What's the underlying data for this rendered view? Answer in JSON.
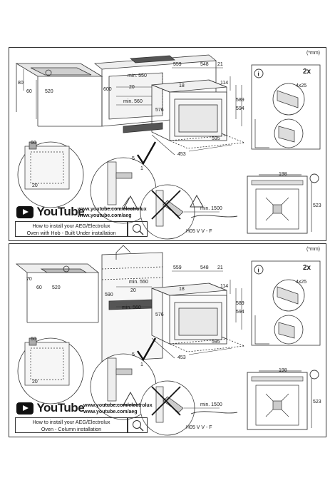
{
  "unit_note": "(*mm)",
  "sections": [
    {
      "youtube_word": "YouTube",
      "url_1": "www.youtube.com/electrolux",
      "url_2": "www.youtube.com/aeg",
      "howto_line1": "How to install your AEG/Electrolux",
      "howto_line2": "Oven with Hob - Built Under installation",
      "dims": {
        "a80": "80",
        "a520": "520",
        "a60": "60",
        "a60b": "60",
        "a20": "20",
        "min550": "min. 550",
        "d20": "20",
        "d600": "600",
        "min560": "min. 560",
        "d576": "576",
        "d559": "559",
        "d548": "548",
        "d21": "21",
        "d114": "114",
        "d18": "18",
        "d589": "589",
        "d594": "594",
        "d595": "595",
        "d453": "453",
        "d5": "5",
        "d1": "1",
        "d198": "198",
        "d523": "523",
        "min1500": "min. 1500",
        "cable": "H05 V V - F",
        "screws": "4x25",
        "qty": "2x"
      }
    },
    {
      "youtube_word": "YouTube",
      "url_1": "www.youtube.com/electrolux",
      "url_2": "www.youtube.com/aeg",
      "howto_line1": "How to install your AEG/Electrolux",
      "howto_line2": "Oven - Column installation",
      "dims": {
        "a70": "70",
        "a520": "520",
        "a60": "60",
        "a60b": "60",
        "a20": "20",
        "min550": "min. 550",
        "d20": "20",
        "d590": "590",
        "min560": "min. 560",
        "d576": "576",
        "d559": "559",
        "d548": "548",
        "d21": "21",
        "d114": "114",
        "d18": "18",
        "d589": "589",
        "d594": "594",
        "d595": "595",
        "d453": "453",
        "d5": "5",
        "d1": "1",
        "d198": "198",
        "d523": "523",
        "min1500": "min. 1500",
        "cable": "H05 V V - F",
        "screws": "4x25",
        "qty": "2x"
      }
    }
  ]
}
